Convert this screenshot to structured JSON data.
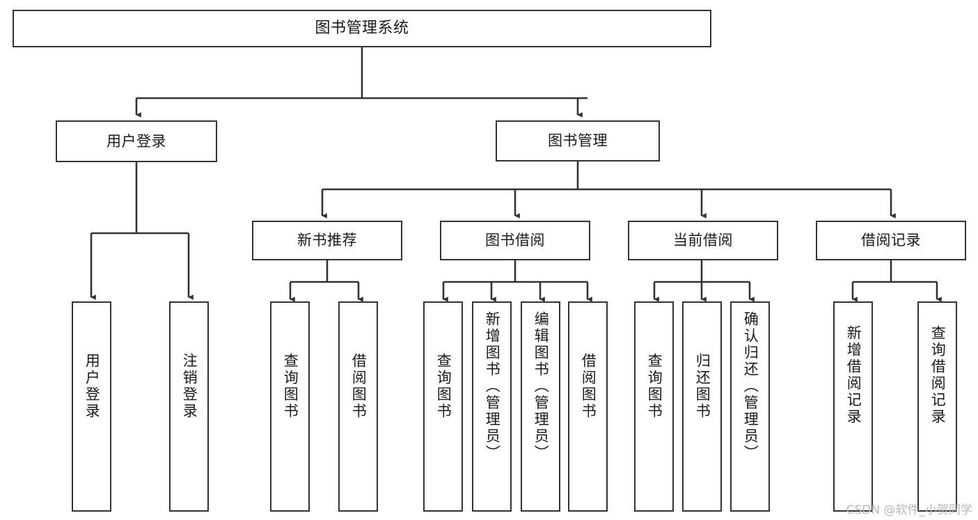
{
  "diagram": {
    "title": "图书管理系统",
    "type": "tree",
    "theme": {
      "background": "#ffffff",
      "node_border": "#333333",
      "node_fill": "#ffffff",
      "edge_color": "#333333",
      "text_color": "#1a1a1a",
      "watermark_color": "#b8b8b8"
    },
    "watermark": "CSDN @软件_小贺同学",
    "levels": {
      "root": "图书管理系统",
      "level2": [
        "用户登录",
        "图书管理"
      ],
      "level3": [
        "新书推荐",
        "图书借阅",
        "当前借阅",
        "借阅记录"
      ]
    },
    "nodes": {
      "root": {
        "label": "图书管理系统",
        "orientation": "horizontal"
      },
      "user_login": {
        "label": "用户登录",
        "orientation": "horizontal"
      },
      "book_manage": {
        "label": "图书管理",
        "orientation": "horizontal"
      },
      "new_book_rec": {
        "label": "新书推荐",
        "orientation": "horizontal"
      },
      "book_borrow": {
        "label": "图书借阅",
        "orientation": "horizontal"
      },
      "current_borrow": {
        "label": "当前借阅",
        "orientation": "horizontal"
      },
      "borrow_record": {
        "label": "借阅记录",
        "orientation": "horizontal"
      },
      "leaf_user_login": {
        "label": "用户登录",
        "orientation": "vertical"
      },
      "leaf_logout": {
        "label": "注销登录",
        "orientation": "vertical"
      },
      "leaf_query_book_rec": {
        "label": "查询图书",
        "orientation": "vertical"
      },
      "leaf_borrow_book_rec": {
        "label": "借阅图书",
        "orientation": "vertical"
      },
      "leaf_query_book_borrow": {
        "label": "查询图书",
        "orientation": "vertical"
      },
      "leaf_add_book": {
        "label": "新增图书（管理员）",
        "orientation": "vertical"
      },
      "leaf_edit_book": {
        "label": "编辑图书（管理员）",
        "orientation": "vertical"
      },
      "leaf_borrow_book": {
        "label": "借阅图书",
        "orientation": "vertical"
      },
      "leaf_query_book_current": {
        "label": "查询图书",
        "orientation": "vertical"
      },
      "leaf_return_book": {
        "label": "归还图书",
        "orientation": "vertical"
      },
      "leaf_confirm_return": {
        "label": "确认归还（管理员）",
        "orientation": "vertical"
      },
      "leaf_add_record": {
        "label": "新增借阅记录",
        "orientation": "vertical"
      },
      "leaf_query_record": {
        "label": "查询借阅记录",
        "orientation": "vertical"
      }
    },
    "edges": [
      {
        "from": "root",
        "to": "user_login"
      },
      {
        "from": "root",
        "to": "book_manage"
      },
      {
        "from": "user_login",
        "to": "leaf_user_login"
      },
      {
        "from": "user_login",
        "to": "leaf_logout"
      },
      {
        "from": "book_manage",
        "to": "new_book_rec"
      },
      {
        "from": "book_manage",
        "to": "book_borrow"
      },
      {
        "from": "book_manage",
        "to": "current_borrow"
      },
      {
        "from": "book_manage",
        "to": "borrow_record"
      },
      {
        "from": "new_book_rec",
        "to": "leaf_query_book_rec"
      },
      {
        "from": "new_book_rec",
        "to": "leaf_borrow_book_rec"
      },
      {
        "from": "book_borrow",
        "to": "leaf_query_book_borrow"
      },
      {
        "from": "book_borrow",
        "to": "leaf_add_book"
      },
      {
        "from": "book_borrow",
        "to": "leaf_edit_book"
      },
      {
        "from": "book_borrow",
        "to": "leaf_borrow_book"
      },
      {
        "from": "current_borrow",
        "to": "leaf_query_book_current"
      },
      {
        "from": "current_borrow",
        "to": "leaf_return_book"
      },
      {
        "from": "current_borrow",
        "to": "leaf_confirm_return"
      },
      {
        "from": "borrow_record",
        "to": "leaf_add_record"
      },
      {
        "from": "borrow_record",
        "to": "leaf_query_record"
      }
    ]
  }
}
